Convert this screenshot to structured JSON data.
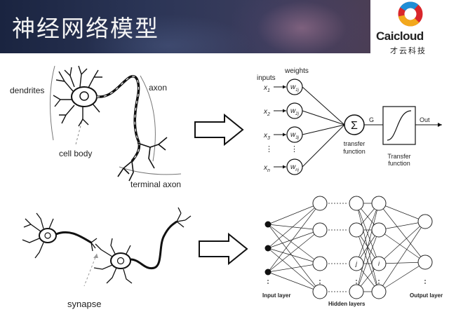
{
  "header": {
    "title": "神经网络模型"
  },
  "logo": {
    "brand": "Caicloud",
    "subtitle": "才云科技"
  },
  "neuron_top": {
    "dendrites_label": "dendrites",
    "axon_label": "axon",
    "cell_body_label": "cell body",
    "terminal_axon_label": "terminal axon"
  },
  "neuron_bottom": {
    "synapse_label": "synapse"
  },
  "perceptron": {
    "inputs_label": "inputs",
    "weights_label": "weights",
    "inputs": [
      {
        "name": "x",
        "sub": "1"
      },
      {
        "name": "x",
        "sub": "2"
      },
      {
        "name": "x",
        "sub": "3"
      },
      {
        "name": "x",
        "sub": "n"
      }
    ],
    "weights": [
      {
        "name": "w",
        "sub": "1j"
      },
      {
        "name": "w",
        "sub": "2j"
      },
      {
        "name": "w",
        "sub": "3j"
      },
      {
        "name": "w",
        "sub": "nj"
      }
    ],
    "sum_symbol": "Σ",
    "g_label": "G",
    "transfer_function_label": "transfer function",
    "transfer_box_label": "Transfer function",
    "out_label": "Out"
  },
  "mlp": {
    "input_layer_label": "Input layer",
    "hidden_layers_label": "Hidden layers",
    "output_layer_label": "Output layer",
    "node_j_label": "j",
    "node_i_label": "i"
  }
}
